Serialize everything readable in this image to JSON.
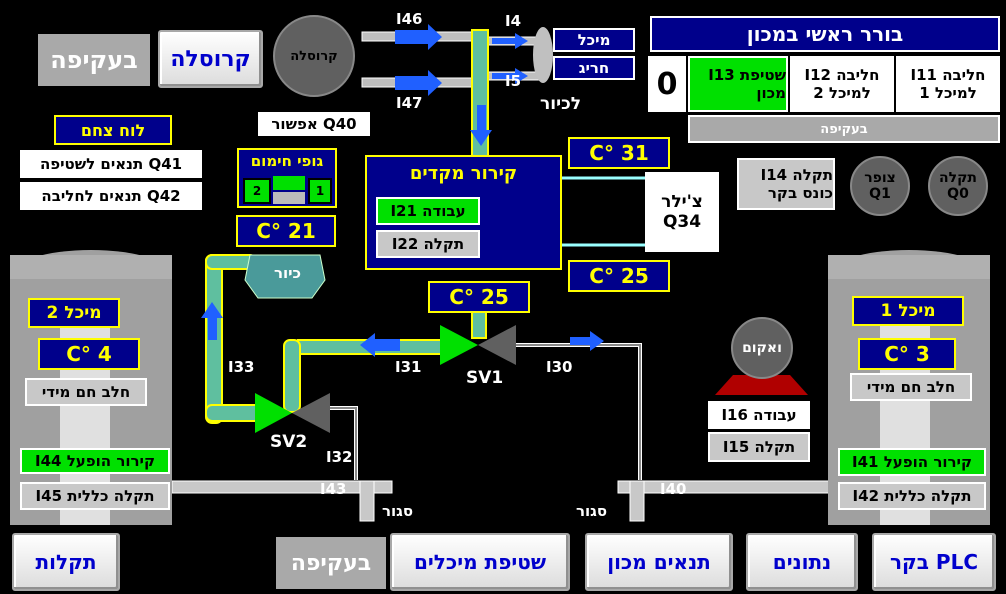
{
  "top": {
    "bypass": "בעקיפה",
    "carousel_button": "קרוסלה",
    "carousel_circle": "קרוסלה",
    "enable_label": "Q40 אפשור",
    "tag_i46": "I46",
    "tag_i47": "I47",
    "tag_i4": "I4",
    "tag_i5": "I5",
    "to_cooling": "לכיור",
    "tank_label": "מיכל",
    "exception_label": "חריג"
  },
  "main_selector": {
    "title": "בורר ראשי במכון",
    "value": "0",
    "options": [
      {
        "label": "חליבה I11 למיכל 1",
        "active": false
      },
      {
        "label": "חליבה I12 למיכל 2",
        "active": false
      },
      {
        "label": "שטיפת I13 מכון",
        "active": true
      }
    ],
    "bypass_bar": "בעקיפה"
  },
  "panel_left": {
    "title": "לוח צחם",
    "cond_wash": "Q41 תנאים לשטיפה",
    "cond_milk": "Q42 תנאים לחליבה"
  },
  "heating": {
    "title": "גופי חימום",
    "left": "2",
    "right": "1",
    "temp": "21 °C"
  },
  "sink_label": "כיור",
  "precool": {
    "title": "קירור מקדים",
    "work": "עבודה I21",
    "fault": "תקלה I22",
    "temp_top": "31 °C",
    "temp_bottom": "25 °C",
    "temp_out": "25 °C",
    "chiller": "צ'ילר Q34"
  },
  "right_status": {
    "fault_i14": "תקלה I14 כונס בקר",
    "buzzer": "צופר Q1",
    "fault_q0": "תקלה Q0"
  },
  "tank2": {
    "name": "מיכל 2",
    "temp": "4 °C",
    "status": "חלב חם מידי",
    "cooling": "קירור הופעל I44",
    "fault": "תקלה כללית I45"
  },
  "tank1": {
    "name": "מיכל 1",
    "temp": "3 °C",
    "status": "חלב חם מידי",
    "cooling": "קירור הופעל I41",
    "fault": "תקלה כללית I42"
  },
  "vacuum": {
    "label": "ואקום",
    "work": "עבודה I16",
    "fault": "תקלה I15"
  },
  "pipes": {
    "i33": "I33",
    "i31": "I31",
    "i30": "I30",
    "i32": "I32",
    "i43": "I43",
    "i40": "I40",
    "sv1": "SV1",
    "sv2": "SV2",
    "closed1": "סגור",
    "closed2": "סגור"
  },
  "bottom_nav": {
    "faults": "תקלות",
    "bypass": "בעקיפה",
    "tank_wash": "שטיפת מיכלים",
    "plant_cond": "תנאים מכון",
    "data": "נתונים",
    "plc": "PLC בקר"
  }
}
